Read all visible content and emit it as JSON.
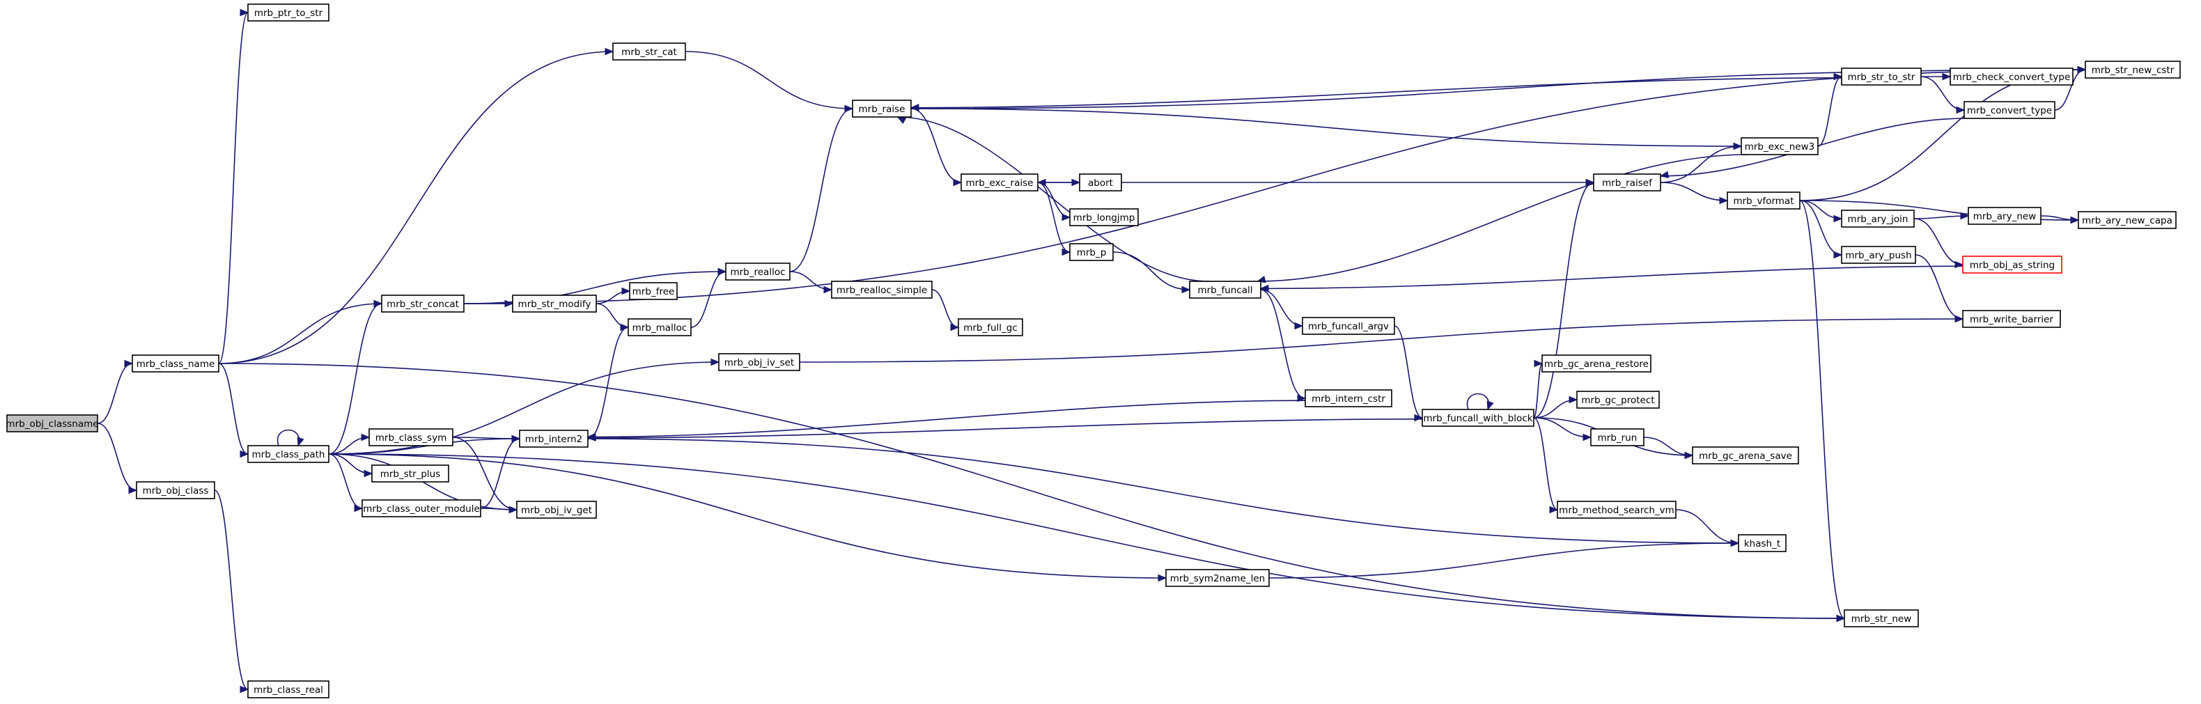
{
  "nodes": [
    {
      "id": "mrb_obj_classname",
      "label": "mrb_obj_classname",
      "highlighted": true
    },
    {
      "id": "mrb_ptr_to_str",
      "label": "mrb_ptr_to_str"
    },
    {
      "id": "mrb_class_name",
      "label": "mrb_class_name"
    },
    {
      "id": "mrb_obj_class",
      "label": "mrb_obj_class"
    },
    {
      "id": "mrb_class_real",
      "label": "mrb_class_real"
    },
    {
      "id": "mrb_class_path",
      "label": "mrb_class_path"
    },
    {
      "id": "mrb_str_concat",
      "label": "mrb_str_concat"
    },
    {
      "id": "mrb_str_cat",
      "label": "mrb_str_cat"
    },
    {
      "id": "mrb_class_sym",
      "label": "mrb_class_sym"
    },
    {
      "id": "mrb_str_plus",
      "label": "mrb_str_plus"
    },
    {
      "id": "mrb_class_outer_module",
      "label": "mrb_class_outer_module"
    },
    {
      "id": "mrb_str_modify",
      "label": "mrb_str_modify"
    },
    {
      "id": "mrb_free",
      "label": "mrb_free"
    },
    {
      "id": "mrb_malloc",
      "label": "mrb_malloc"
    },
    {
      "id": "mrb_intern2",
      "label": "mrb_intern2"
    },
    {
      "id": "mrb_obj_iv_get",
      "label": "mrb_obj_iv_get"
    },
    {
      "id": "mrb_obj_iv_set",
      "label": "mrb_obj_iv_set"
    },
    {
      "id": "mrb_realloc",
      "label": "mrb_realloc"
    },
    {
      "id": "mrb_raise",
      "label": "mrb_raise"
    },
    {
      "id": "mrb_realloc_simple",
      "label": "mrb_realloc_simple"
    },
    {
      "id": "mrb_full_gc",
      "label": "mrb_full_gc"
    },
    {
      "id": "mrb_exc_raise",
      "label": "mrb_exc_raise"
    },
    {
      "id": "abort",
      "label": "abort"
    },
    {
      "id": "mrb_longjmp",
      "label": "mrb_longjmp"
    },
    {
      "id": "mrb_p",
      "label": "mrb_p"
    },
    {
      "id": "mrb_funcall",
      "label": "mrb_funcall"
    },
    {
      "id": "mrb_funcall_argv",
      "label": "mrb_funcall_argv"
    },
    {
      "id": "mrb_intern_cstr",
      "label": "mrb_intern_cstr"
    },
    {
      "id": "mrb_sym2name_len",
      "label": "mrb_sym2name_len"
    },
    {
      "id": "mrb_funcall_with_block",
      "label": "mrb_funcall_with_block"
    },
    {
      "id": "mrb_exc_new3",
      "label": "mrb_exc_new3"
    },
    {
      "id": "mrb_raisef",
      "label": "mrb_raisef"
    },
    {
      "id": "mrb_gc_arena_restore",
      "label": "mrb_gc_arena_restore"
    },
    {
      "id": "mrb_gc_protect",
      "label": "mrb_gc_protect"
    },
    {
      "id": "mrb_run",
      "label": "mrb_run"
    },
    {
      "id": "mrb_method_search_vm",
      "label": "mrb_method_search_vm"
    },
    {
      "id": "mrb_str_to_str",
      "label": "mrb_str_to_str"
    },
    {
      "id": "mrb_check_convert_type",
      "label": "mrb_check_convert_type"
    },
    {
      "id": "mrb_convert_type",
      "label": "mrb_convert_type"
    },
    {
      "id": "mrb_vformat",
      "label": "mrb_vformat"
    },
    {
      "id": "mrb_ary_join",
      "label": "mrb_ary_join"
    },
    {
      "id": "mrb_ary_push",
      "label": "mrb_ary_push"
    },
    {
      "id": "mrb_gc_arena_save",
      "label": "mrb_gc_arena_save"
    },
    {
      "id": "khash_t",
      "label": "khash_t"
    },
    {
      "id": "mrb_str_new_cstr",
      "label": "mrb_str_new_cstr"
    },
    {
      "id": "mrb_ary_new",
      "label": "mrb_ary_new"
    },
    {
      "id": "mrb_ary_new_capa",
      "label": "mrb_ary_new_capa"
    },
    {
      "id": "mrb_obj_as_string",
      "label": "mrb_obj_as_string",
      "truncated": true
    },
    {
      "id": "mrb_write_barrier",
      "label": "mrb_write_barrier"
    },
    {
      "id": "mrb_str_new",
      "label": "mrb_str_new"
    }
  ],
  "edges": [
    [
      "mrb_obj_classname",
      "mrb_class_name"
    ],
    [
      "mrb_obj_classname",
      "mrb_obj_class"
    ],
    [
      "mrb_class_name",
      "mrb_ptr_to_str"
    ],
    [
      "mrb_class_name",
      "mrb_str_cat"
    ],
    [
      "mrb_class_name",
      "mrb_str_concat"
    ],
    [
      "mrb_class_name",
      "mrb_class_path"
    ],
    [
      "mrb_class_name",
      "mrb_str_new"
    ],
    [
      "mrb_obj_class",
      "mrb_class_real"
    ],
    [
      "mrb_class_path",
      "mrb_class_path"
    ],
    [
      "mrb_class_path",
      "mrb_str_concat"
    ],
    [
      "mrb_class_path",
      "mrb_obj_iv_set"
    ],
    [
      "mrb_class_path",
      "mrb_intern2"
    ],
    [
      "mrb_class_path",
      "mrb_class_sym"
    ],
    [
      "mrb_class_path",
      "mrb_str_plus"
    ],
    [
      "mrb_class_path",
      "mrb_class_outer_module"
    ],
    [
      "mrb_class_path",
      "mrb_obj_iv_get"
    ],
    [
      "mrb_class_path",
      "mrb_sym2name_len"
    ],
    [
      "mrb_class_path",
      "mrb_str_new"
    ],
    [
      "mrb_str_concat",
      "mrb_str_new_cstr"
    ],
    [
      "mrb_str_concat",
      "mrb_realloc"
    ],
    [
      "mrb_str_concat",
      "mrb_str_modify"
    ],
    [
      "mrb_str_cat",
      "mrb_raise"
    ],
    [
      "mrb_str_modify",
      "mrb_free"
    ],
    [
      "mrb_str_modify",
      "mrb_malloc"
    ],
    [
      "mrb_malloc",
      "mrb_realloc"
    ],
    [
      "mrb_realloc",
      "mrb_raise"
    ],
    [
      "mrb_realloc",
      "mrb_realloc_simple"
    ],
    [
      "mrb_realloc_simple",
      "mrb_full_gc"
    ],
    [
      "mrb_class_sym",
      "mrb_intern2"
    ],
    [
      "mrb_class_sym",
      "mrb_obj_iv_get"
    ],
    [
      "mrb_class_outer_module",
      "mrb_intern2"
    ],
    [
      "mrb_class_outer_module",
      "mrb_obj_iv_get"
    ],
    [
      "mrb_intern2",
      "mrb_malloc"
    ],
    [
      "mrb_intern2",
      "khash_t"
    ],
    [
      "mrb_obj_iv_set",
      "mrb_write_barrier"
    ],
    [
      "mrb_raise",
      "mrb_exc_raise"
    ],
    [
      "mrb_raise",
      "mrb_exc_new3"
    ],
    [
      "mrb_raise",
      "mrb_str_new_cstr"
    ],
    [
      "mrb_exc_raise",
      "abort"
    ],
    [
      "mrb_exc_raise",
      "mrb_longjmp"
    ],
    [
      "mrb_exc_raise",
      "mrb_p"
    ],
    [
      "mrb_p",
      "mrb_funcall"
    ],
    [
      "mrb_funcall",
      "mrb_raise"
    ],
    [
      "mrb_funcall",
      "mrb_funcall_argv"
    ],
    [
      "mrb_funcall",
      "mrb_intern_cstr"
    ],
    [
      "mrb_funcall_argv",
      "mrb_funcall_with_block"
    ],
    [
      "mrb_intern_cstr",
      "mrb_intern2"
    ],
    [
      "mrb_sym2name_len",
      "khash_t"
    ],
    [
      "mrb_funcall_with_block",
      "mrb_funcall_with_block"
    ],
    [
      "mrb_funcall_with_block",
      "mrb_raisef"
    ],
    [
      "mrb_funcall_with_block",
      "mrb_intern2"
    ],
    [
      "mrb_funcall_with_block",
      "mrb_gc_arena_restore"
    ],
    [
      "mrb_funcall_with_block",
      "mrb_gc_protect"
    ],
    [
      "mrb_funcall_with_block",
      "mrb_run"
    ],
    [
      "mrb_funcall_with_block",
      "mrb_gc_arena_save"
    ],
    [
      "mrb_funcall_with_block",
      "mrb_method_search_vm"
    ],
    [
      "mrb_run",
      "mrb_gc_arena_save"
    ],
    [
      "mrb_method_search_vm",
      "khash_t"
    ],
    [
      "mrb_exc_new3",
      "mrb_funcall"
    ],
    [
      "mrb_exc_new3",
      "mrb_str_to_str"
    ],
    [
      "mrb_raisef",
      "mrb_exc_raise"
    ],
    [
      "mrb_raisef",
      "mrb_exc_new3"
    ],
    [
      "mrb_raisef",
      "mrb_vformat"
    ],
    [
      "mrb_str_to_str",
      "mrb_check_convert_type"
    ],
    [
      "mrb_str_to_str",
      "mrb_convert_type"
    ],
    [
      "mrb_str_to_str",
      "mrb_raise"
    ],
    [
      "mrb_convert_type",
      "mrb_raisef"
    ],
    [
      "mrb_convert_type",
      "mrb_str_new_cstr"
    ],
    [
      "mrb_vformat",
      "mrb_str_new_cstr"
    ],
    [
      "mrb_vformat",
      "mrb_ary_new_capa"
    ],
    [
      "mrb_vformat",
      "mrb_ary_join"
    ],
    [
      "mrb_vformat",
      "mrb_ary_push"
    ],
    [
      "mrb_vformat",
      "mrb_str_new"
    ],
    [
      "mrb_ary_join",
      "mrb_ary_new"
    ],
    [
      "mrb_ary_join",
      "mrb_obj_as_string"
    ],
    [
      "mrb_ary_new",
      "mrb_ary_new_capa"
    ],
    [
      "mrb_ary_push",
      "mrb_write_barrier"
    ],
    [
      "mrb_obj_as_string",
      "mrb_funcall"
    ]
  ]
}
